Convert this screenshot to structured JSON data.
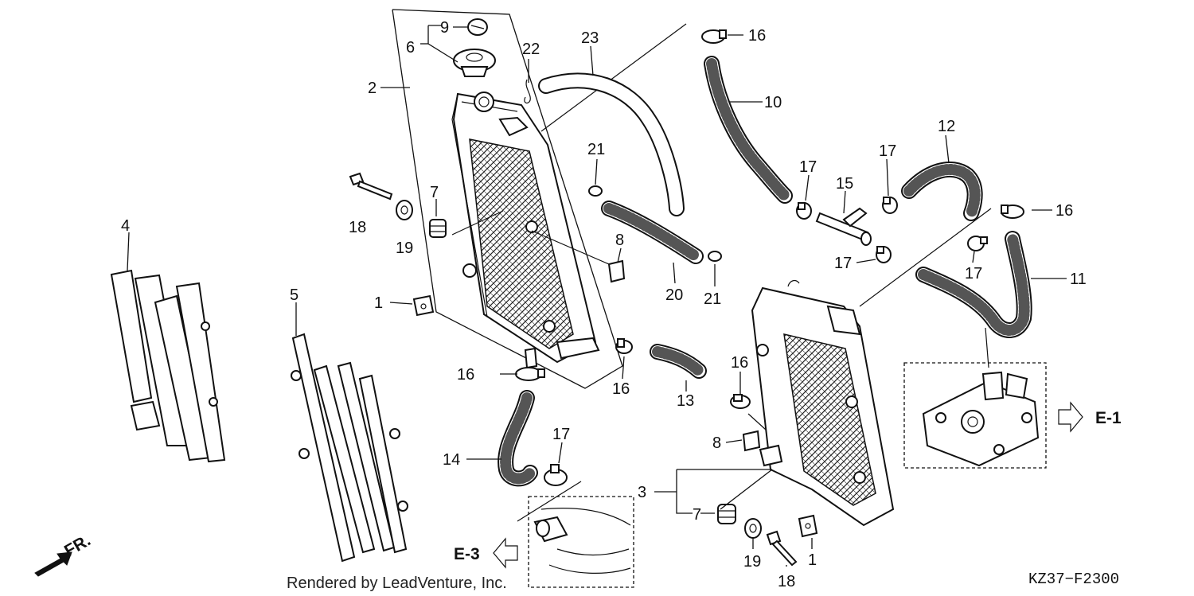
{
  "callouts": {
    "c1a": "1",
    "c1b": "1",
    "c2": "2",
    "c3": "3",
    "c4": "4",
    "c5": "5",
    "c6": "6",
    "c7a": "7",
    "c7b": "7",
    "c8a": "8",
    "c8b": "8",
    "c9": "9",
    "c10": "10",
    "c11": "11",
    "c12": "12",
    "c13": "13",
    "c14": "14",
    "c15": "15",
    "c16a": "16",
    "c16b": "16",
    "c16c": "16",
    "c16d": "16",
    "c16e": "16",
    "c17a": "17",
    "c17b": "17",
    "c17c": "17",
    "c17d": "17",
    "c17e": "17",
    "c18a": "18",
    "c18b": "18",
    "c19a": "19",
    "c19b": "19",
    "c20": "20",
    "c21a": "21",
    "c21b": "21",
    "c22": "22",
    "c23": "23"
  },
  "refs": {
    "e1": "E-1",
    "e3": "E-3"
  },
  "direction": "FR.",
  "credit": "Rendered by LeadVenture, Inc.",
  "diagram_code": "KZ37−F2300"
}
